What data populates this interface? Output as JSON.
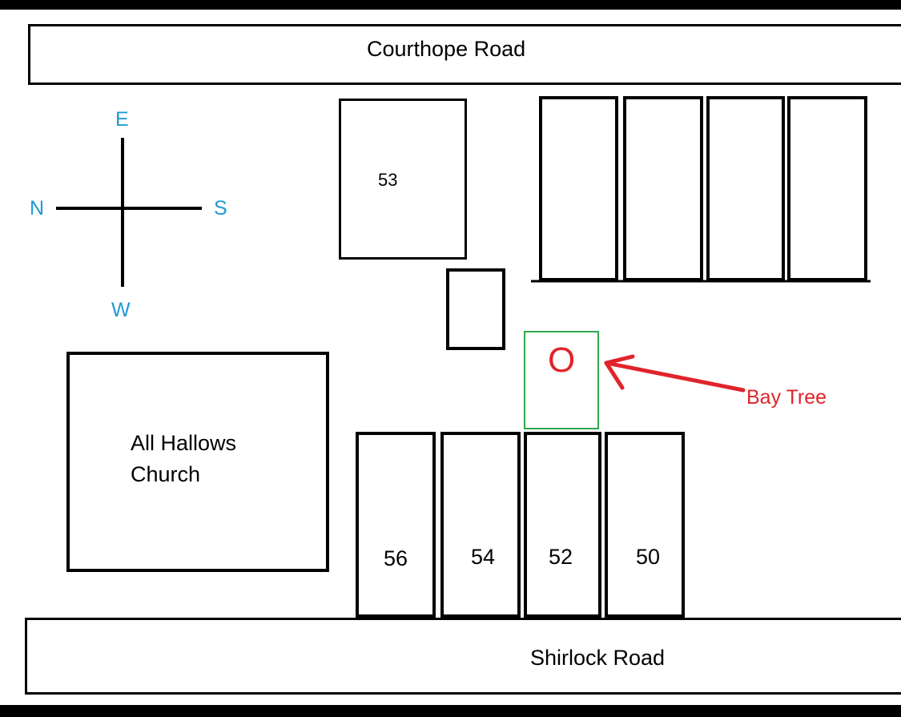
{
  "roads": {
    "north_road": "Courthope Road",
    "south_road": "Shirlock Road"
  },
  "compass": {
    "north_label": "E",
    "west_label": "N",
    "east_label": "S",
    "south_label": "W",
    "color": "#1f9ad6"
  },
  "buildings": {
    "church_line1": "All Hallows",
    "church_line2": "Church",
    "house_53": "53",
    "houses_row": [
      "56",
      "54",
      "52",
      "50"
    ]
  },
  "tree": {
    "symbol": "O",
    "label": "Bay Tree",
    "color": "#e0242a",
    "box_color": "#2fa84f"
  }
}
